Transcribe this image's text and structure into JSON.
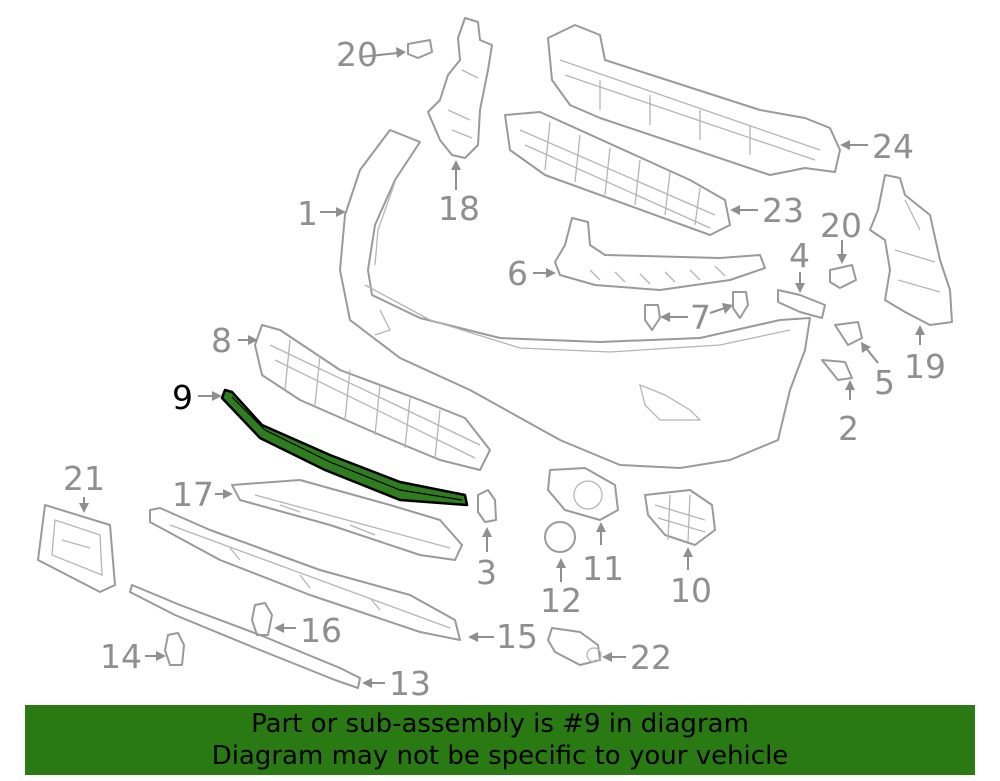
{
  "banner": {
    "line1": "Part or sub-assembly is #9 in diagram",
    "line2": "Diagram may not be specific to your vehicle"
  },
  "highlight_color": "#2a7a14",
  "highlighted_part": "9",
  "callouts": {
    "c1": "1",
    "c2": "2",
    "c3": "3",
    "c4": "4",
    "c5": "5",
    "c6": "6",
    "c7": "7",
    "c8": "8",
    "c9": "9",
    "c10": "10",
    "c11": "11",
    "c12": "12",
    "c13": "13",
    "c14": "14",
    "c15": "15",
    "c16": "16",
    "c17": "17",
    "c18": "18",
    "c19": "19",
    "c20a": "20",
    "c20b": "20",
    "c21": "21",
    "c22": "22",
    "c23": "23",
    "c24": "24"
  }
}
